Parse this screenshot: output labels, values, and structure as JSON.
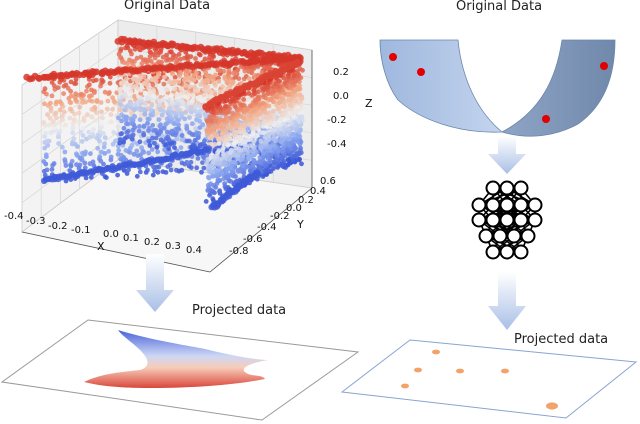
{
  "left_panel": {
    "title": "Original Data",
    "x_axis": {
      "label": "X",
      "ticks": [
        "-0.4",
        "-0.3",
        "-0.2",
        "-0.1",
        "0.0",
        "0.1",
        "0.2",
        "0.3",
        "0.4"
      ]
    },
    "y_axis": {
      "label": "Y",
      "ticks": [
        "-0.8",
        "-0.6",
        "-0.4",
        "-0.2",
        "0.0",
        "0.2",
        "0.4",
        "0.6"
      ]
    },
    "z_axis": {
      "label": "Z",
      "ticks": [
        "0.2",
        "0.0",
        "-0.2",
        "-0.4"
      ]
    },
    "colormap": [
      "#3a55d6",
      "#8aa6f0",
      "#eeeeee",
      "#f2a27e",
      "#d6362a"
    ],
    "projected_title": "Projected data"
  },
  "right_panel": {
    "title": "Original Data",
    "band_colors": {
      "left": "#a8c1e3",
      "right": "#7e96b8",
      "edge": "#6d87ab"
    },
    "point_color": "#e00000",
    "points": 4,
    "network_icon": "neural-network-icon",
    "projected_title": "Projected data",
    "projected_point_color": "#f2a36c",
    "projected_points": 6
  },
  "arrow_color": "#b6c7e8"
}
